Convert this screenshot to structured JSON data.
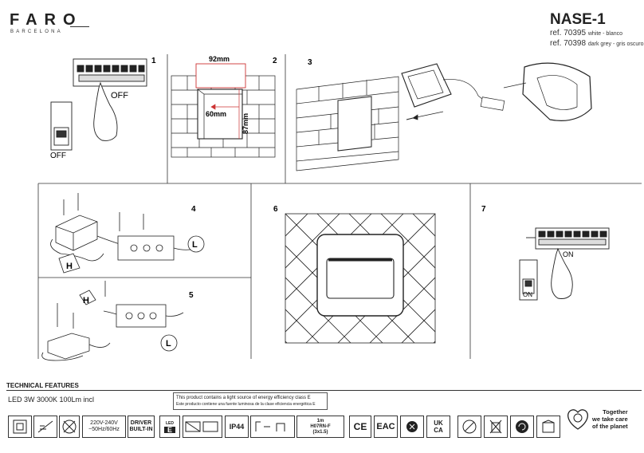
{
  "brand": {
    "name": "FARO",
    "sub": "BARCELONA"
  },
  "product": {
    "model": "NASE-1",
    "refs": [
      {
        "code": "ref. 70395",
        "color": "white - blanco"
      },
      {
        "code": "ref. 70398",
        "color": "dark grey - gris oscuro"
      }
    ]
  },
  "steps": {
    "s1": {
      "num": "1",
      "switch_off_label": "OFF",
      "breaker_label": "OFF"
    },
    "s2": {
      "num": "2",
      "width": "92mm",
      "height": "87mm",
      "depth": "60mm"
    },
    "s3": {
      "num": "3"
    },
    "s4": {
      "num": "4",
      "h_label": "H",
      "l_label": "L"
    },
    "s5": {
      "num": "5",
      "h_label": "H",
      "l_label": "L"
    },
    "s6": {
      "num": "6"
    },
    "s7": {
      "num": "7",
      "switch_on_label": "ON",
      "breaker_label": "ON"
    }
  },
  "technical": {
    "title": "TECHNICAL FEATURES",
    "led": "LED 3W 3000K 100Lm incl",
    "energy_en": "This product contains a light source of energy efficiency class E",
    "energy_es": "Este producto contiene una fuente luminosa de la clase eficiencia energética E"
  },
  "icons": {
    "voltage": "220V-240V\n~50Hz/60Hz",
    "driver": "DRIVER\nBUILT-IN",
    "led_class_label": "LED",
    "led_class": "E",
    "ip": "IP44",
    "cable_len": "1m",
    "cable_type": "H07RN-F",
    "cable_spec": "(3x1.5)",
    "ce": "CE",
    "eac": "EAC",
    "ukca_top": "UK",
    "ukca_bottom": "CA"
  },
  "eco": {
    "line1": "Together",
    "line2": "we take care",
    "line3": "of the planet"
  }
}
